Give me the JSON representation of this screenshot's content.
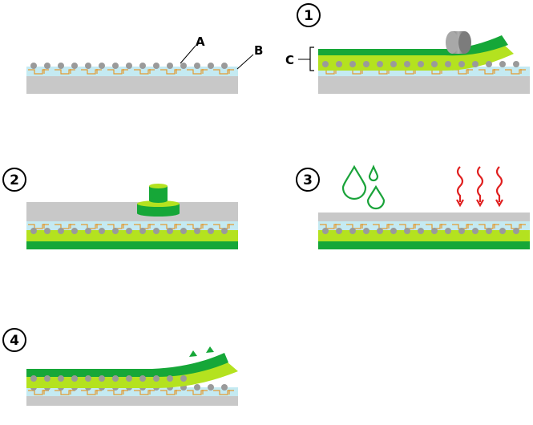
{
  "labels": {
    "a": "A",
    "b": "B",
    "c": "C"
  },
  "steps": [
    {
      "number": "1"
    },
    {
      "number": "2"
    },
    {
      "number": "3"
    },
    {
      "number": "4"
    }
  ],
  "colors": {
    "substrate": "#c8c8c8",
    "bead": "#9a9a9a",
    "light_blue": "#c4eaf2",
    "circuit": "#e39a32",
    "green_dark": "#16a738",
    "green_light": "#b4e21f",
    "drop": "#1aa33a",
    "heat": "#e01f1f",
    "roller": "#8a8a8a"
  },
  "icons": [
    "roller-icon",
    "press-icon",
    "droplets-icon",
    "heat-waves-icon"
  ]
}
